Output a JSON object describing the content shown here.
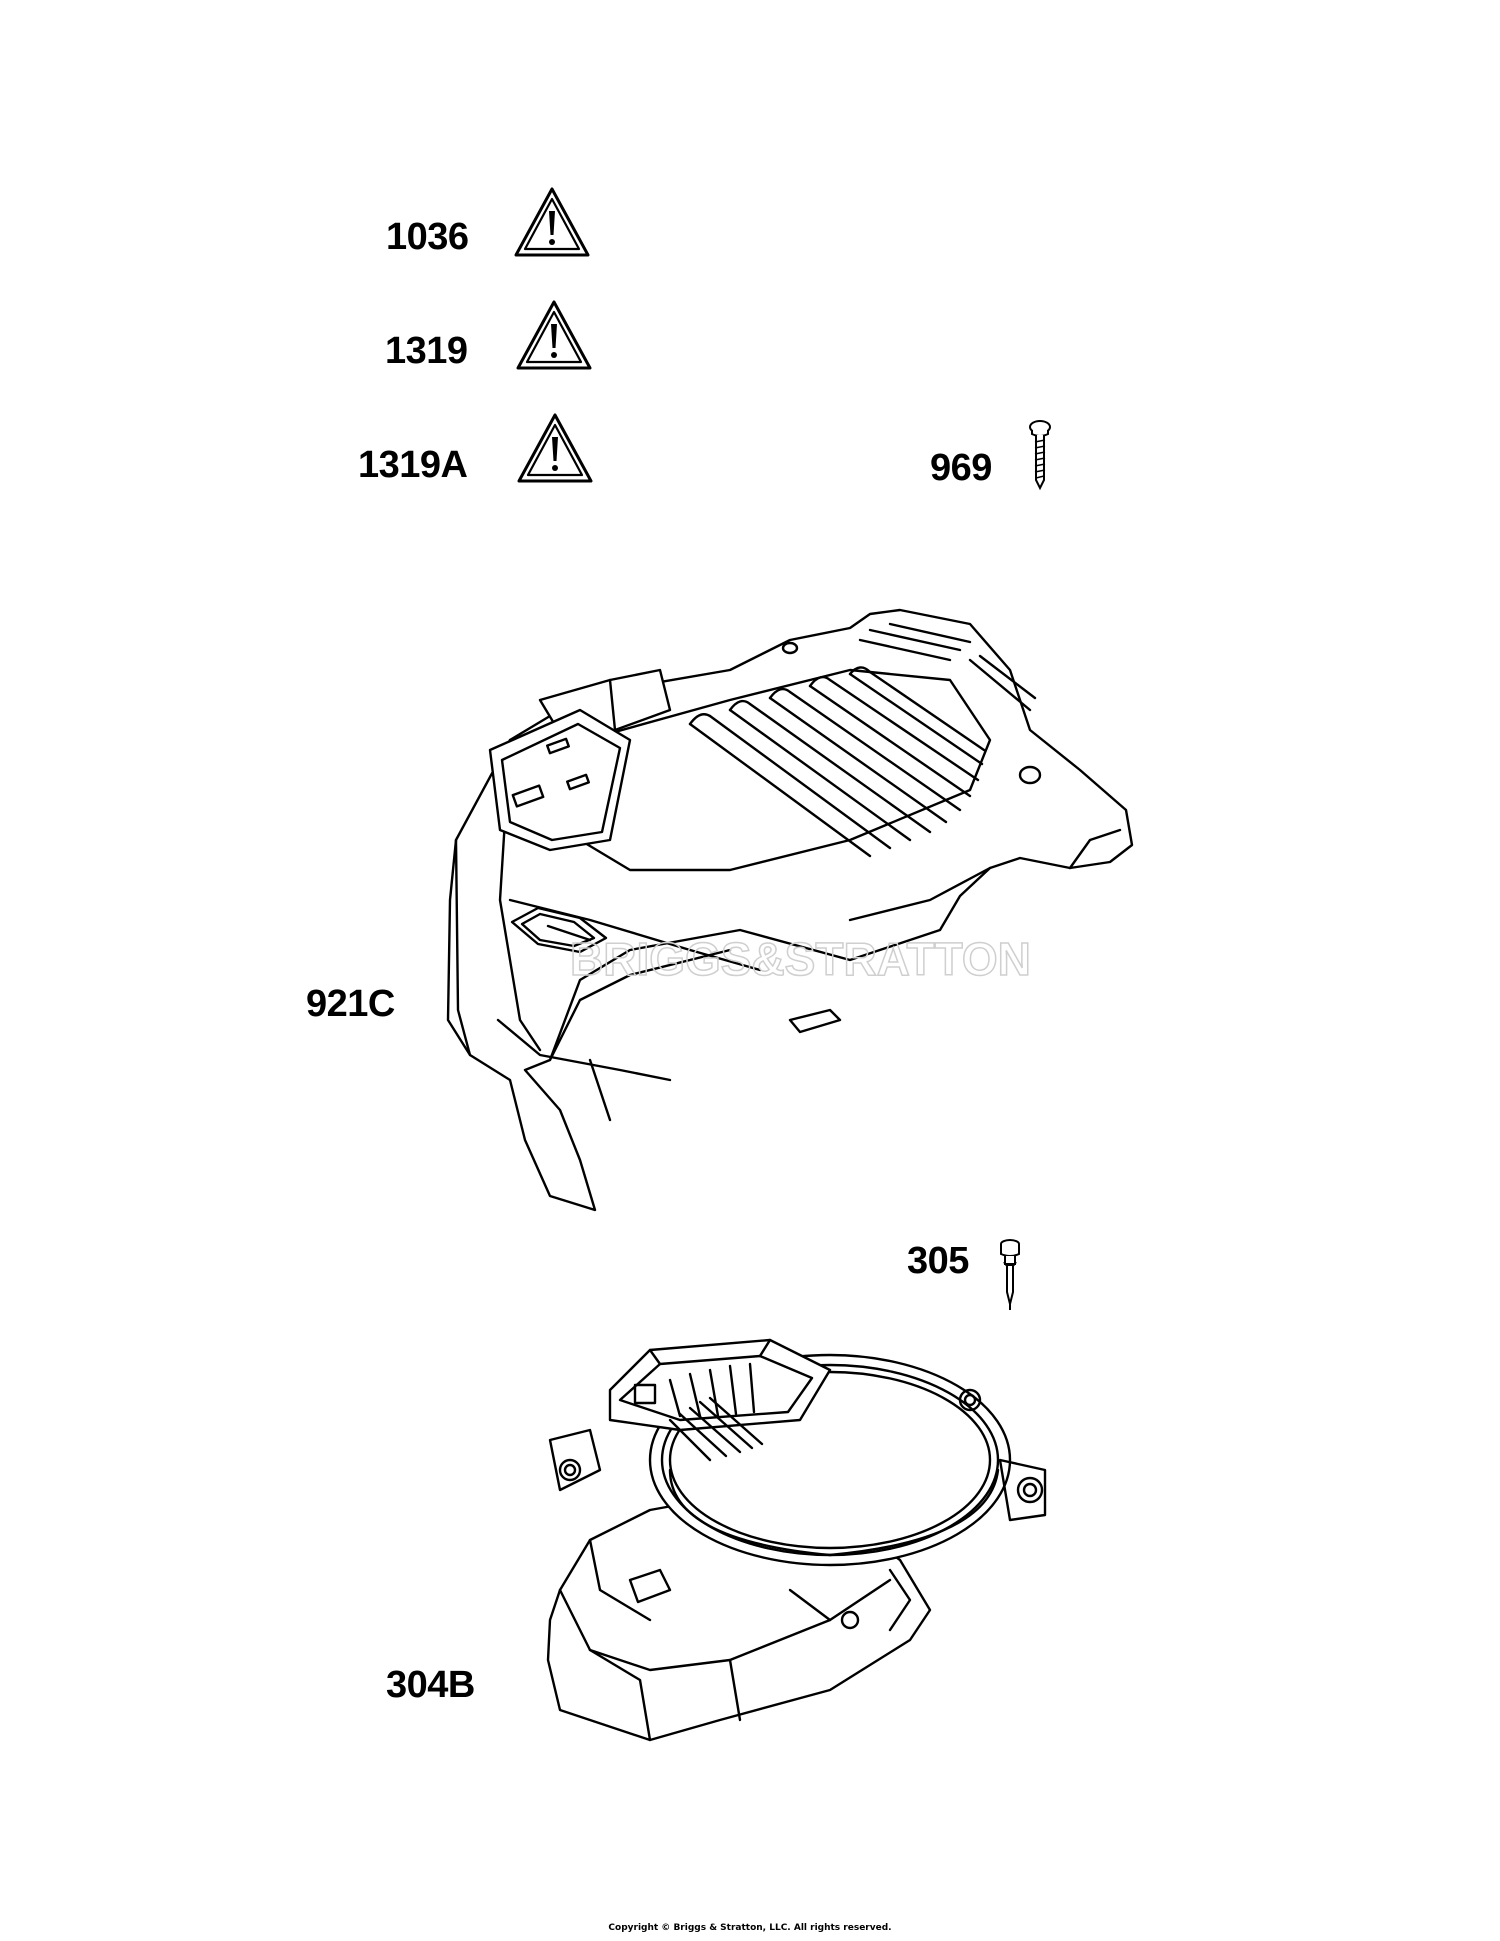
{
  "parts": {
    "p1036": "1036",
    "p1319": "1319",
    "p1319a": "1319A",
    "p969": "969",
    "p921c": "921C",
    "p305": "305",
    "p304b": "304B"
  },
  "watermark": "BRIGGS&STRATTON",
  "copyright": "Copyright © Briggs & Stratton, LLC. All rights reserved."
}
